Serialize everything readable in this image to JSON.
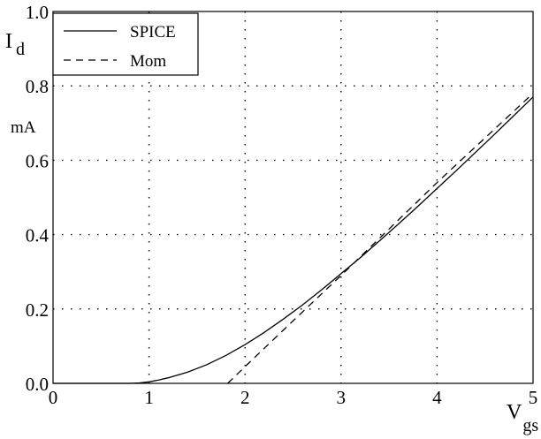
{
  "chart_data": {
    "type": "line",
    "title": "",
    "xlim": [
      0,
      5
    ],
    "ylim": [
      0,
      1.0
    ],
    "x_ticks": [
      0,
      1,
      2,
      3,
      4,
      5
    ],
    "y_ticks": [
      0.0,
      0.2,
      0.4,
      0.6,
      0.8,
      1.0
    ],
    "x_tick_labels": [
      "0",
      "1",
      "2",
      "3",
      "4",
      "5"
    ],
    "y_tick_labels": [
      "0.0",
      "0.2",
      "0.4",
      "0.6",
      "0.8",
      "1.0"
    ],
    "grid": true,
    "grid_style": "dotted",
    "legend_position": "top-left",
    "xlabel": {
      "main": "V",
      "sub": "gs"
    },
    "ylabel": {
      "main": "I",
      "sub": "d",
      "unit": "mA"
    },
    "series": [
      {
        "name": "SPICE",
        "style": "solid",
        "x": [
          0,
          0.5,
          0.8,
          0.9,
          1.0,
          1.1,
          1.2,
          1.4,
          1.6,
          1.8,
          2.0,
          2.2,
          2.4,
          2.6,
          2.8,
          3.0,
          3.2,
          3.4,
          3.6,
          3.8,
          4.0,
          4.2,
          4.4,
          4.6,
          4.8,
          5.0
        ],
        "y": [
          0,
          0,
          0.0,
          0.001,
          0.004,
          0.009,
          0.015,
          0.03,
          0.05,
          0.075,
          0.104,
          0.137,
          0.173,
          0.211,
          0.252,
          0.295,
          0.338,
          0.383,
          0.429,
          0.476,
          0.524,
          0.572,
          0.621,
          0.67,
          0.72,
          0.77
        ]
      },
      {
        "name": "Mom",
        "style": "dashed",
        "x": [
          1.82,
          2.0,
          2.5,
          3.0,
          3.5,
          4.0,
          4.5,
          5.0
        ],
        "y": [
          0.0,
          0.045,
          0.168,
          0.29,
          0.415,
          0.54,
          0.66,
          0.78
        ]
      }
    ]
  }
}
